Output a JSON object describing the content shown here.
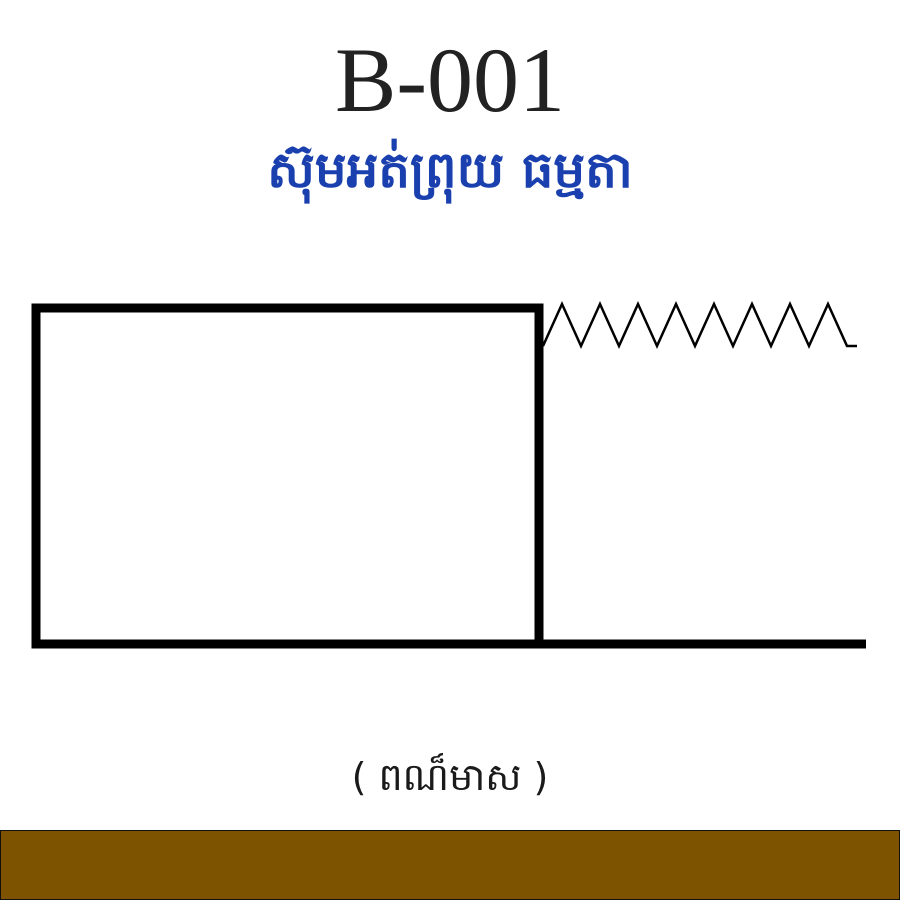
{
  "product": {
    "code": "B-001",
    "name_khmer": "ស៊ុមអត់ព្រុយ ធម្មតា"
  },
  "color": {
    "label_khmer": "( ពណ៏មាស )",
    "swatch_hex": "#7d5300"
  },
  "colors": {
    "title": "#222222",
    "name": "#1a3fae",
    "outline": "#000000"
  }
}
